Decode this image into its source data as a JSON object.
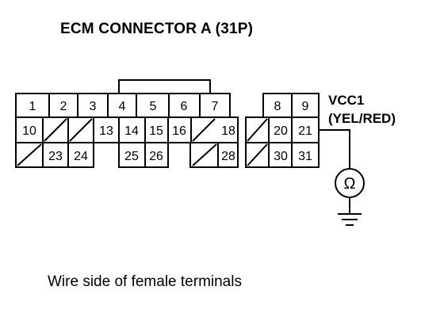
{
  "title": "ECM CONNECTOR A (31P)",
  "caption": "Wire side of female terminals",
  "terminal_label": "VCC1",
  "wire_color": "(YEL/RED)",
  "meter_symbol": "Ω",
  "pins": {
    "row1": [
      "1",
      "2",
      "3",
      "4",
      "5",
      "6",
      "7",
      "",
      "8",
      "9"
    ],
    "row2": [
      "10",
      "",
      "",
      "13",
      "14",
      "15",
      "16",
      "",
      "18",
      "",
      "20",
      "21"
    ],
    "row3": [
      "",
      "23",
      "24",
      "25",
      "26",
      "",
      "28",
      "",
      "30",
      "31"
    ]
  }
}
